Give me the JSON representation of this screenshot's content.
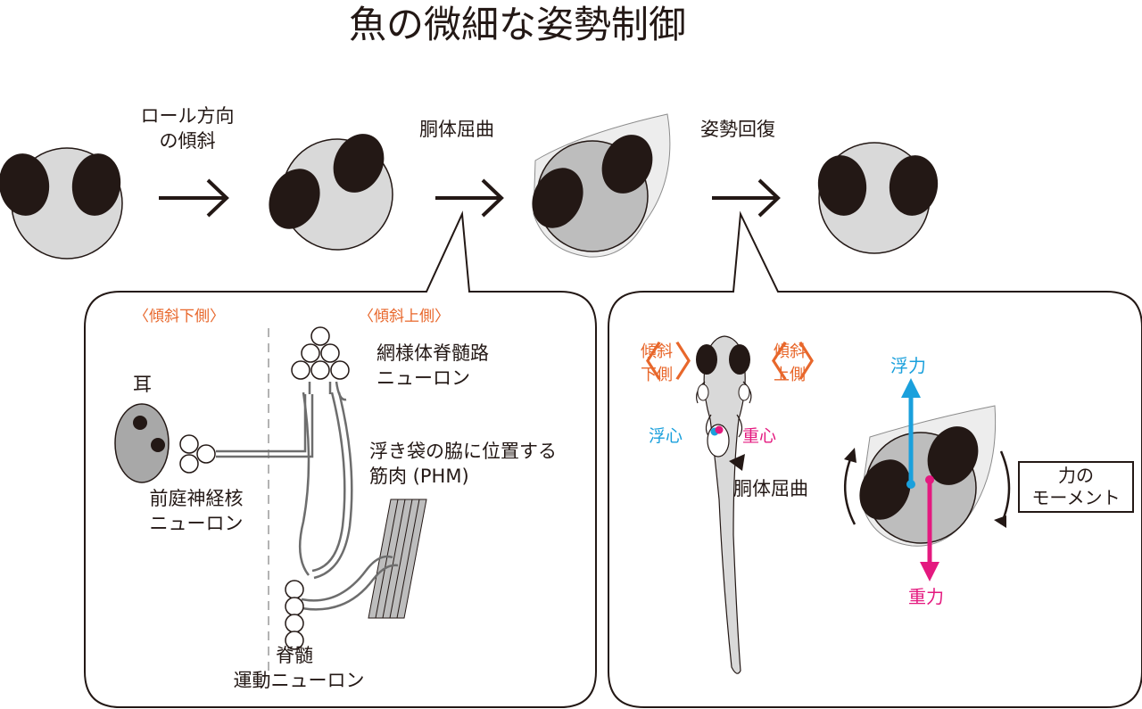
{
  "title": "魚の微細な姿勢制御",
  "top": {
    "step1": [
      "ロール方向",
      "の傾斜"
    ],
    "step2": "胴体屈曲",
    "step3": "姿勢回復"
  },
  "left_panel": {
    "lower_side": "〈傾斜下側〉",
    "upper_side": "〈傾斜上側〉",
    "ear": "耳",
    "vestibular": [
      "前庭神経核",
      "ニューロン"
    ],
    "reticulospinal": [
      "網様体脊髄路",
      "ニューロン"
    ],
    "phm": [
      "浮き袋の脇に位置する",
      "筋肉 (PHM)"
    ],
    "spinal": [
      "脊髄",
      "運動ニューロン"
    ]
  },
  "right_panel": {
    "lower_side": [
      "傾斜",
      "下側"
    ],
    "upper_side": [
      "傾斜",
      "上側"
    ],
    "buoyancy_center": "浮心",
    "gravity_center": "重心",
    "body_bend": "胴体屈曲",
    "buoyancy": "浮力",
    "gravity": "重力",
    "moment": [
      "力の",
      "モーメント"
    ]
  },
  "colors": {
    "buoyancy": "#1aa0dc",
    "gravity": "#e4197f",
    "side_label": "#e8672b",
    "body_fill": "#d9d9d9",
    "eye_fill": "#231815"
  }
}
